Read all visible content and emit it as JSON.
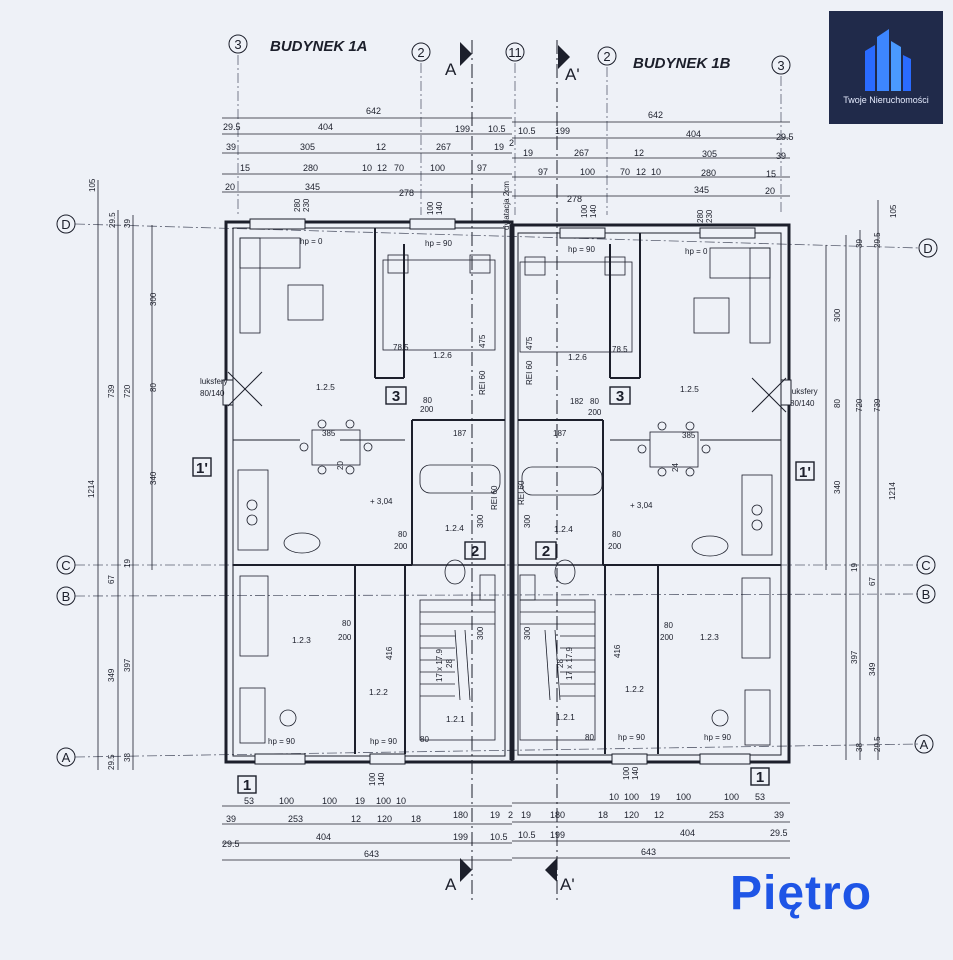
{
  "building_a": "BUDYNEK 1A",
  "building_b": "BUDYNEK 1B",
  "section_a": "A",
  "section_a_prime": "A'",
  "axis_top_left": "3",
  "axis_top_mid_left": "2",
  "axis_top_center": "11",
  "axis_top_mid_right": "2",
  "axis_top_right": "3",
  "grid_rows": {
    "d": "D",
    "c": "C",
    "b": "B",
    "a": "A"
  },
  "top_dims": {
    "total_left": "642",
    "total_right": "642",
    "r2_left": [
      "29.5",
      "404",
      "199",
      "10.5"
    ],
    "r2_right": [
      "10.5",
      "199",
      "404",
      "29.5"
    ],
    "r3_left": [
      "39",
      "305",
      "12",
      "267",
      "19",
      "2"
    ],
    "r3_right": [
      "19",
      "267",
      "12",
      "305",
      "39"
    ],
    "r4_left": [
      "15",
      "280",
      "10",
      "12",
      "70",
      "100",
      "97"
    ],
    "r4_right": [
      "97",
      "100",
      "70",
      "12",
      "10",
      "280",
      "15"
    ],
    "r5_left": [
      "20",
      "345",
      "278"
    ],
    "r5_right": [
      "278",
      "345",
      "20"
    ],
    "r6_left": [
      "280",
      "230",
      "100",
      "140"
    ],
    "r6_right": [
      "100",
      "140",
      "280",
      "230"
    ],
    "wall_note": "dylatacja 2cm"
  },
  "left_dims": {
    "d105": "105",
    "d29_5": "29.5",
    "d39": "39",
    "d739": "739",
    "d720": "720",
    "d300": "300",
    "d80": "80",
    "d340": "340",
    "d1214": "1214",
    "d67": "67",
    "d19": "19",
    "d397": "397",
    "d349": "349",
    "d29_5b": "29.5",
    "d38": "38"
  },
  "bottom_dims": {
    "r1_left": [
      "53",
      "100",
      "100",
      "19",
      "100",
      "10"
    ],
    "r1_right": [
      "10",
      "100",
      "19",
      "100",
      "100",
      "53"
    ],
    "r2_left": [
      "39",
      "253",
      "12",
      "120",
      "18",
      "180",
      "19",
      "2"
    ],
    "r2_right": [
      "19",
      "180",
      "18",
      "120",
      "12",
      "253",
      "39"
    ],
    "r3_left": [
      "29.5",
      "404",
      "199",
      "10.5"
    ],
    "r3_right": [
      "10.5",
      "199",
      "404",
      "29.5"
    ],
    "total_left": "643",
    "total_right": "643",
    "win_left": [
      "100",
      "140"
    ],
    "win_right": [
      "100",
      "140"
    ]
  },
  "rooms_a": {
    "r125": "1.2.5",
    "r126": "1.2.6",
    "r124": "1.2.4",
    "r123": "1.2.3",
    "r122": "1.2.2",
    "r121": "1.2.1"
  },
  "rooms_b": {
    "r125": "1.2.5",
    "r126": "1.2.6",
    "r124": "1.2.4",
    "r123": "1.2.3",
    "r122": "1.2.2",
    "r121": "1.2.1"
  },
  "labels": {
    "hp0": "hp = 0",
    "hp90": "hp = 90",
    "luksfery": "luksfery",
    "luks_size": "80/140",
    "d385": "385",
    "d187": "187",
    "d78_5": "78.5",
    "d475": "475",
    "rei60": "REI 60",
    "door80": "80",
    "door200": "200",
    "lev304": "+ 3,04",
    "d416": "416",
    "d1179": "17 x 17.9",
    "d28": "28",
    "d300": "300",
    "d20": "20",
    "d182": "182",
    "d24": "24"
  },
  "markers": {
    "m3": "3",
    "m2": "2",
    "m1": "1",
    "m1p": "1'"
  },
  "logo_text": "Twoje Nieruchomości",
  "floor_label": "Piętro"
}
